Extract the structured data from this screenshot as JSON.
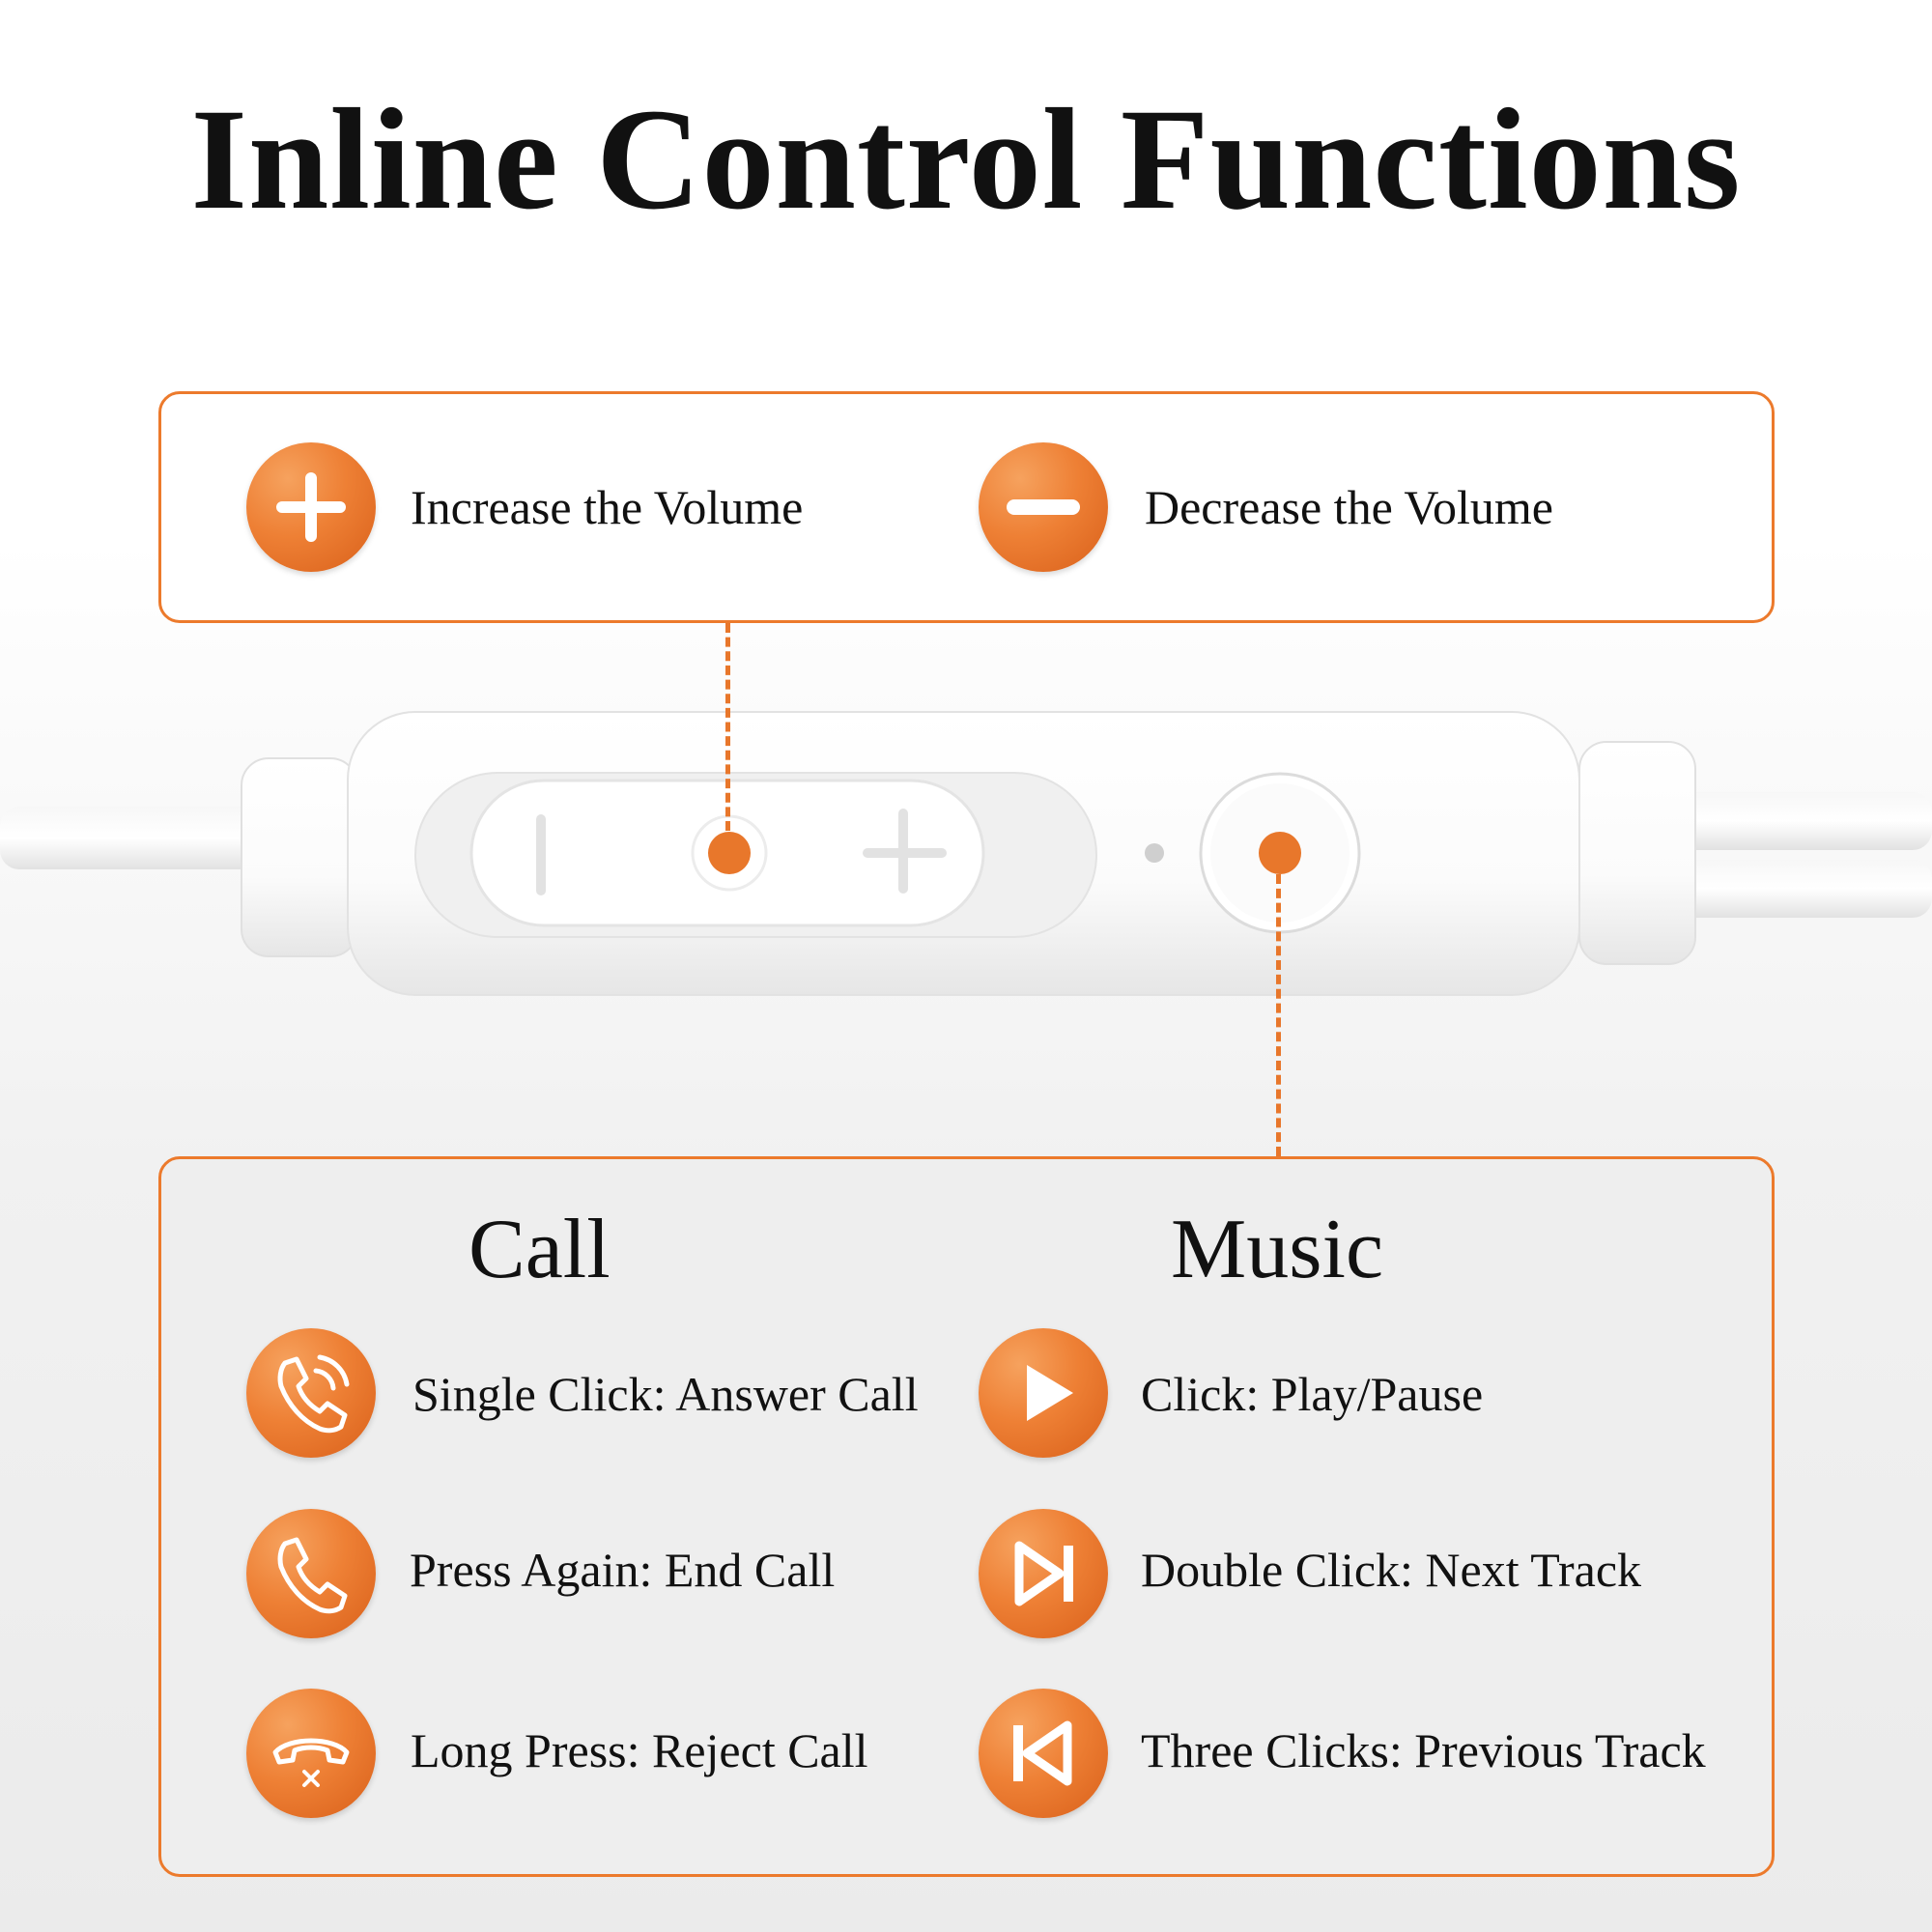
{
  "title": "Inline Control Functions",
  "colors": {
    "accent": "#ec7a2c",
    "remote": "#ffffff"
  },
  "volume": {
    "increase": {
      "icon": "plus-icon",
      "label": "Increase the Volume"
    },
    "decrease": {
      "icon": "minus-icon",
      "label": "Decrease the Volume"
    }
  },
  "call": {
    "heading": "Call",
    "items": [
      {
        "icon": "phone-ringing-icon",
        "label": "Single Click: Answer Call"
      },
      {
        "icon": "phone-icon",
        "label": "Press Again: End Call"
      },
      {
        "icon": "phone-reject-icon",
        "label": "Long Press: Reject Call"
      }
    ]
  },
  "music": {
    "heading": "Music",
    "items": [
      {
        "icon": "play-icon",
        "label": "Click: Play/Pause"
      },
      {
        "icon": "next-track-icon",
        "label": "Double Click: Next Track"
      },
      {
        "icon": "previous-track-icon",
        "label": "Three Clicks: Previous Track"
      }
    ]
  }
}
